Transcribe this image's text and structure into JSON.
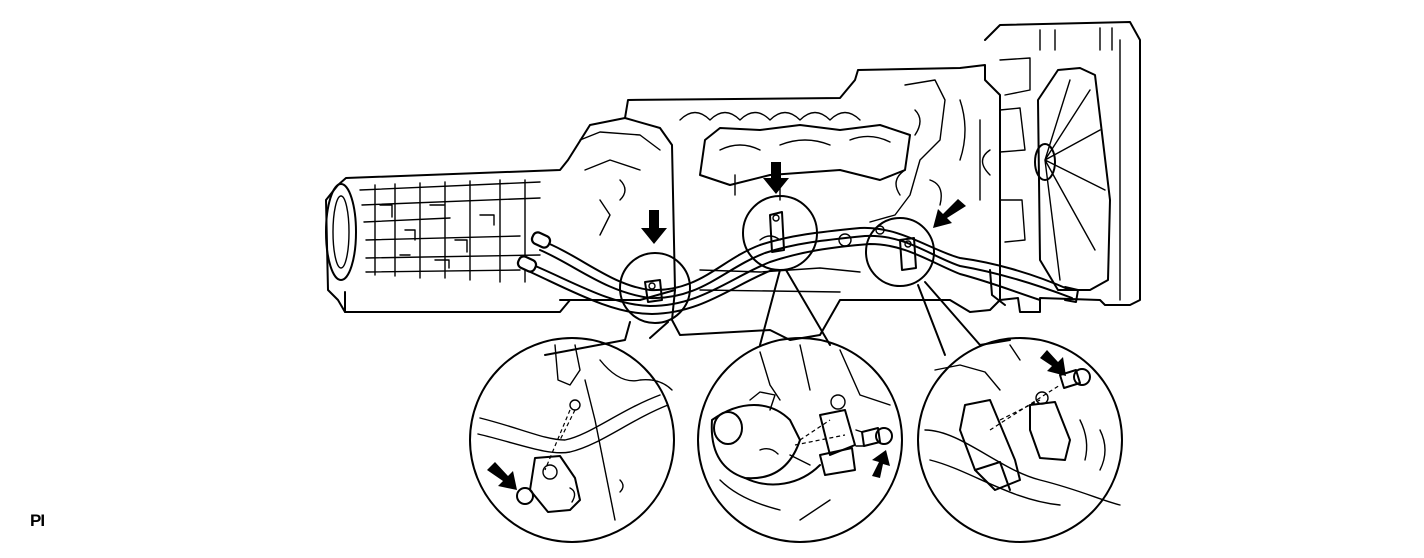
{
  "figure": {
    "code_mark": "PI",
    "colors": {
      "line": "#000000",
      "background": "#ffffff"
    },
    "components": [
      "transmission",
      "engine",
      "radiator",
      "cooling-fan",
      "oil-cooler-pipes",
      "pipe-clamps",
      "bolts"
    ],
    "detail_callouts": 3,
    "arrows": 6
  }
}
